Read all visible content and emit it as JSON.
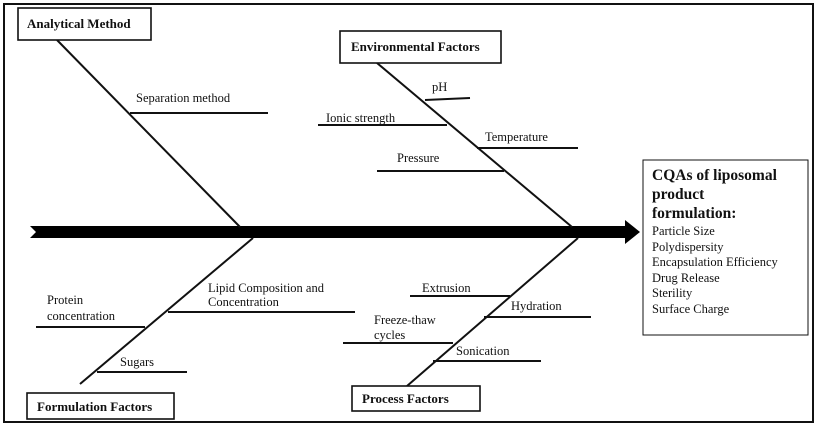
{
  "diagram": {
    "type": "fishbone",
    "effect": {
      "title_lines": [
        "CQAs of liposomal",
        "product",
        "formulation:"
      ],
      "items": [
        "Particle Size",
        "Polydispersity",
        "Encapsulation Efficiency",
        "Drug Release",
        "Sterility",
        "Surface Charge"
      ]
    },
    "categories": {
      "analytical": {
        "title": "Analytical Method",
        "causes": [
          "Separation method"
        ]
      },
      "environmental": {
        "title": "Environmental Factors",
        "causes": [
          "pH",
          "Ionic strength",
          "Temperature",
          "Pressure"
        ]
      },
      "formulation": {
        "title": "Formulation Factors",
        "causes": [
          [
            "Lipid Composition and",
            "Concentration"
          ],
          [
            "Protein",
            "concentration"
          ],
          "Sugars"
        ]
      },
      "process": {
        "title": "Process Factors",
        "causes": [
          "Extrusion",
          "Hydration",
          [
            "Freeze-thaw",
            "cycles"
          ],
          "Sonication"
        ]
      }
    }
  }
}
